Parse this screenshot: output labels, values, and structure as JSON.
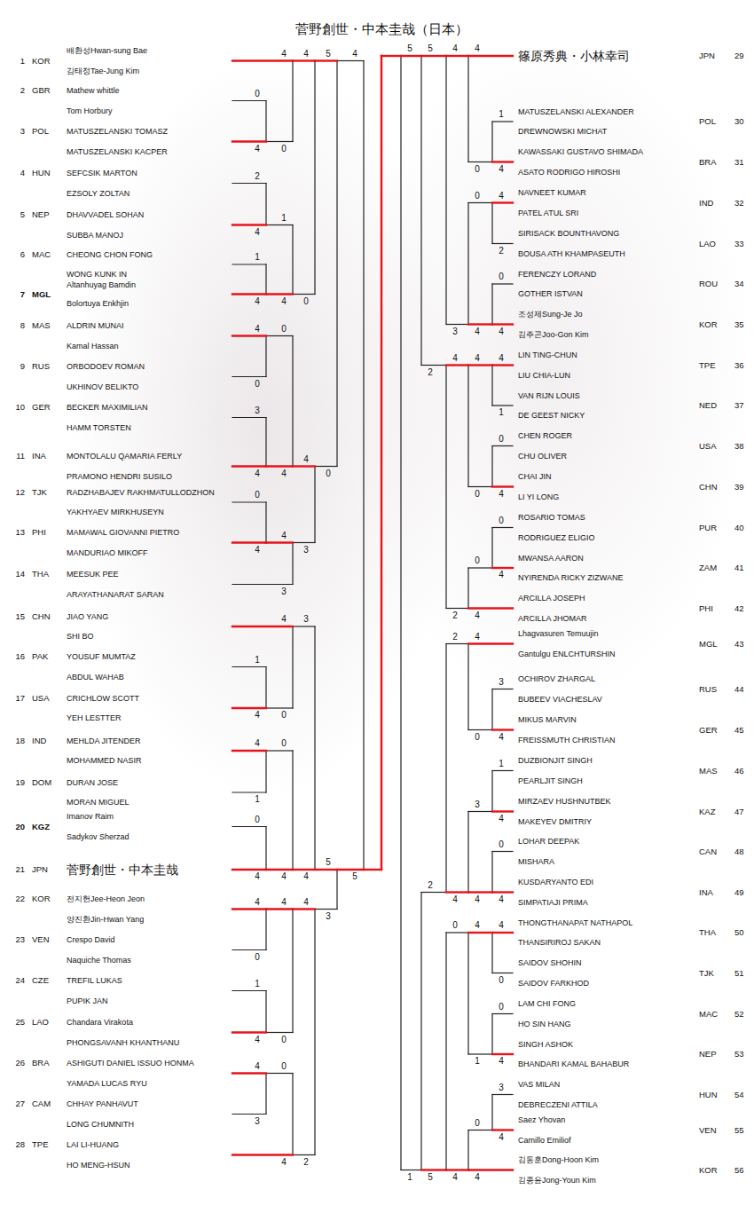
{
  "diagram": {
    "title": "菅野創世・中本圭哉（日本）",
    "labels": [
      "1",
      "KOR",
      "배환성Hwan-sung Bae",
      "김태정Tae-Jung Kim",
      "2",
      "GBR",
      "Mathew whittle",
      "Tom Horbury",
      "3",
      "POL",
      "MATUSZELANSKI TOMASZ",
      "MATUSZELANSKI KACPER",
      "4",
      "HUN",
      "SEFCSIK MARTON",
      "EZSOLY ZOLTAN",
      "5",
      "NEP",
      "DHAVVADEL SOHAN",
      "SUBBA MANOJ",
      "6",
      "MAC",
      "CHEONG CHON FONG",
      "WONG KUNK IN",
      "7",
      "MGL",
      "Altanhuyag Bamdin",
      "Bolortuya Enkhjin",
      "8",
      "MAS",
      "ALDRIN MUNAI",
      "Kamal Hassan",
      "9",
      "RUS",
      "ORBODOEV ROMAN",
      "UKHINOV BELIKTO",
      "10",
      "GER",
      "BECKER MAXIMILIAN",
      "HAMM TORSTEN",
      "11",
      "INA",
      "MONTOLALU QAMARIA FERLY",
      "PRAMONO HENDRI SUSILO",
      "12",
      "TJK",
      "RADZHABAJEV RAKHMATULLODZHON",
      "YAKHYAEV MIRKHUSEYN",
      "13",
      "PHI",
      "MAMAWAL GIOVANNI PIETRO",
      "MANDURIAO MIKOFF",
      "14",
      "THA",
      "MEESUK PEE",
      "ARAYATHANARAT SARAN",
      "15",
      "CHN",
      "JIAO YANG",
      "SHI BO",
      "16",
      "PAK",
      "YOUSUF MUMTAZ",
      "ABDUL WAHAB",
      "17",
      "USA",
      "CRICHLOW SCOTT",
      "YEH LESTTER",
      "18",
      "IND",
      "MEHLDA JITENDER",
      "MOHAMMED NASIR",
      "19",
      "DOM",
      "DURAN JOSE",
      "MORAN MIGUEL",
      "20",
      "KGZ",
      "Imanov Raim",
      "Sadykov Sherzad",
      "21",
      "JPN",
      "菅野創世・中本圭哉",
      "22",
      "KOR",
      "전지헌Jee-Heon Jeon",
      "양진환Jin-Hwan Yang",
      "23",
      "VEN",
      "Crespo David",
      "Naquiche Thomas",
      "24",
      "CZE",
      "TREFIL LUKAS",
      "PUPIK JAN",
      "25",
      "LAO",
      "Chandara Virakota",
      "PHONGSAVANH KHANTHANU",
      "26",
      "BRA",
      "ASHIGUTI DANIEL ISSUO HONMA",
      "YAMADA LUCAS RYU",
      "27",
      "CAM",
      "CHHAY PANHAVUT",
      "LONG CHUMNITH",
      "28",
      "TPE",
      "LAI LI-HUANG",
      "HO MENG-HSUN",
      "篠原秀典・小林幸司",
      "JPN",
      "29",
      "MATUSZELANSKI ALEXANDER",
      "DREWNOWSKI MICHAT",
      "POL",
      "30",
      "KAWASSAKI GUSTAVO SHIMADA",
      "ASATO RODRIGO HIROSHI",
      "BRA",
      "31",
      "NAVNEET KUMAR",
      "PATEL ATUL SRI",
      "IND",
      "32",
      "SIRISACK BOUNTHAVONG",
      "BOUSA ATH KHAMPASEUTH",
      "LAO",
      "33",
      "FERENCZY LORAND",
      "GOTHER ISTVAN",
      "ROU",
      "34",
      "조성제Sung-Je Jo",
      "김주곤Joo-Gon Kim",
      "KOR",
      "35",
      "LIN TING-CHUN",
      "LIU CHIA-LUN",
      "TPE",
      "36",
      "VAN RIJN LOUIS",
      "DE GEEST NICKY",
      "NED",
      "37",
      "CHEN ROGER",
      "CHU OLIVER",
      "USA",
      "38",
      "CHAI JIN",
      "LI YI LONG",
      "CHN",
      "39",
      "ROSARIO TOMAS",
      "RODRIGUEZ ELIGIO",
      "PUR",
      "40",
      "MWANSA AARON",
      "NYIRENDA RICKY ZIZWANE",
      "ZAM",
      "41",
      "ARCILLA JOSEPH",
      "ARCILLA JHOMAR",
      "PHI",
      "42",
      "Lhagvasuren Temuujin",
      "Gantulgu ENLCHTURSHIN",
      "MGL",
      "43",
      "OCHIROV ZHARGAL",
      "BUBEEV VIACHESLAV",
      "RUS",
      "44",
      "MIKUS MARVIN",
      "FREISSMUTH CHRISTIAN",
      "GER",
      "45",
      "DUZBIONJIT SINGH",
      "PEARLJIT SINGH",
      "MAS",
      "46",
      "MIRZAEV HUSHNUTBEK",
      "MAKEYEV DMITRIY",
      "KAZ",
      "47",
      "LOHAR DEEPAK",
      "MISHARA",
      "CAN",
      "48",
      "KUSDARYANTO EDI",
      "SIMPATIAJI PRIMA",
      "INA",
      "49",
      "THONGTHANAPAT NATHAPOL",
      "THANSIRIROJ SAKAN",
      "THA",
      "50",
      "SAIDOV SHOHIN",
      "SAIDOV FARKHOD",
      "TJK",
      "51",
      "LAM CHI FONG",
      "HO SIN HANG",
      "MAC",
      "52",
      "SINGH ASHOK",
      "BHANDARI KAMAL BAHABUR",
      "NEP",
      "53",
      "VAS MILAN",
      "DEBRECZENI ATTILA",
      "HUN",
      "54",
      "Saez Yhovan",
      "Camillo Emiliof",
      "VEN",
      "55",
      "김동훈Dong-Hoon Kim",
      "김종윤Jong-Youn Kim",
      "KOR",
      "56",
      "0",
      "4",
      "4",
      "0",
      "2",
      "4",
      "1",
      "4",
      "1",
      "4",
      "4",
      "0",
      "4",
      "0",
      "3",
      "4",
      "0",
      "4",
      "0",
      "4",
      "4",
      "3",
      "4",
      "3",
      "5",
      "0",
      "1",
      "4",
      "4",
      "0",
      "4",
      "1",
      "0",
      "4",
      "0",
      "4",
      "3",
      "4",
      "4",
      "0",
      "1",
      "4",
      "4",
      "0",
      "4",
      "3",
      "0",
      "4",
      "4",
      "2",
      "5",
      "3",
      "4",
      "5",
      "1",
      "4",
      "4",
      "0",
      "4",
      "2",
      "0",
      "4",
      "0",
      "4",
      "4",
      "3",
      "4",
      "1",
      "0",
      "4",
      "4",
      "0",
      "0",
      "4",
      "0",
      "4",
      "4",
      "2",
      "5",
      "2",
      "3",
      "4",
      "4",
      "0",
      "1",
      "4",
      "0",
      "4",
      "3",
      "4",
      "2",
      "4",
      "4",
      "0",
      "0",
      "4",
      "4",
      "1",
      "3",
      "4",
      "0",
      "4",
      "0",
      "4",
      "2",
      "5",
      "5",
      "1"
    ]
  }
}
